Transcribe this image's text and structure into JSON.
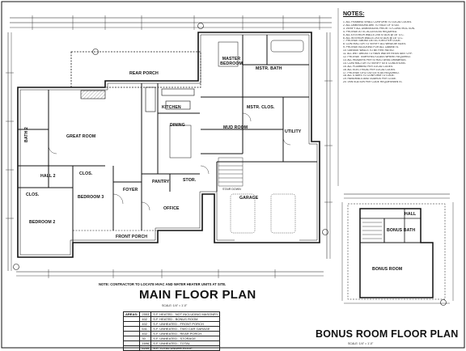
{
  "titles": {
    "main": "MAIN FLOOR PLAN",
    "main_scale": "SCALE: 1/4\" = 1'-0\"",
    "bonus": "BONUS ROOM FLOOR PLAN",
    "bonus_scale": "SCALE: 1/4\" = 1'-0\""
  },
  "main_note": "NOTE: CONTRACTOR TO LOCATE HVAC AND WATER HEATER UNITS AT SITE.",
  "rooms": {
    "rear_porch": "REAR PORCH",
    "master_bedroom": "MASTER BEDROOM",
    "master_bath": "MSTR. BATH",
    "great_room": "GREAT ROOM",
    "kitchen": "KITCHEN",
    "dining": "DINING",
    "mud_room": "MUD ROOM",
    "utility": "UTILITY",
    "master_closet": "MSTR. CLOS.",
    "bath2": "BATH 2",
    "hall2": "HALL 2",
    "clos_1": "CLOS.",
    "clos_2": "CLOS.",
    "bedroom3": "BEDROOM 3",
    "foyer": "FOYER",
    "pantry": "PANTRY",
    "stor": "STOR.",
    "office": "OFFICE",
    "bedroom2": "BEDROOM 2",
    "front_porch": "FRONT PORCH",
    "garage": "GARAGE",
    "bonus_room": "BONUS ROOM",
    "bonus_bath": "BONUS BATH",
    "hall": "HALL",
    "stair_down": "STAIR DOWN"
  },
  "notes": {
    "heading": "NOTES:",
    "items": [
      "1. ALL FRAMING SHALL CONFORM TO LOCAL CODES.",
      "2. ALL DIMENSIONS ARE TO FACE OF STUD.",
      "3. VERIFY ALL DIMENSIONS PRIOR TO CONSTRUCTION.",
      "4. PROVIDE ATTIC ACCESS AS REQUIRED.",
      "5. ALL EXTERIOR WALLS 2X6 STUDS @ 16\" O.C.",
      "6. ALL INTERIOR WALLS 2X4 STUDS @ 16\" O.C.",
      "7. PROVIDE SMOKE DETECTORS PER CODE.",
      "8. CONTRACTOR TO VERIFY ALL WINDOW SIZES.",
      "9. PROVIDE BLOCKING FOR ALL CABINETS.",
      "10. GARAGE WALLS TO BE FIRE RATED.",
      "11. ALL WET AREAS TO HAVE WATER RESISTANT GYP.",
      "12. PROVIDE TEMPERED GLASS WHERE REQUIRED.",
      "13. ALL HEADERS PER STRUCTURAL DRAWINGS.",
      "14. CONTRACTOR TO VERIFY SITE CONDITIONS.",
      "15. ALL PLUMBING PER LOCAL CODES.",
      "16. ALL ELECTRICAL PER LOCAL CODES.",
      "17. PROVIDE GFCI OUTLETS AS REQUIRED.",
      "18. ALL STAIRS TO CONFORM TO CODE.",
      "19. HANDRAILS AND GUARDS PER CODE.",
      "20. VENTILATION PER CODE REQUIREMENTS."
    ]
  },
  "areas": {
    "heading": "AREAS:",
    "rows": [
      [
        "2553",
        "S.F. HEATED - NOT INCLUDING MASONRY"
      ],
      [
        "402",
        "S.F. HEATED - BONUS ROOM"
      ],
      [
        "402",
        "S.F. UNHEATED - FRONT PORCH"
      ],
      [
        "641",
        "S.F. UNHEATED - TWO CAR GARAGE"
      ],
      [
        "402",
        "S.F. UNHEATED - REAR PORCH"
      ],
      [
        "30",
        "S.F. UNHEATED - STORAGE"
      ],
      [
        "1696",
        "S.F. UNHEATED - TOTAL"
      ],
      [
        "4249",
        "S.F. TOTAL UNDER ROOF"
      ]
    ]
  },
  "colors": {
    "line": "#111111",
    "paper": "#ffffff",
    "hatch": "#555555"
  }
}
